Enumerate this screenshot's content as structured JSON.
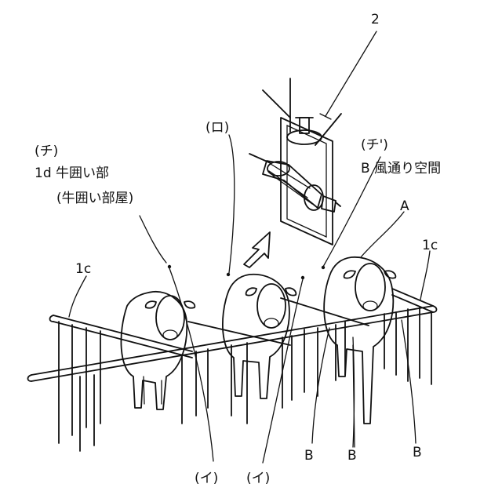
{
  "labels": {
    "fan_number": "2",
    "ro_marker": "(ロ)",
    "chi_marker": "(チ)",
    "cow_pen_line1": "1d 牛囲い部",
    "cow_pen_line2": "(牛囲い部屋)",
    "chi_prime_marker": "(チ')",
    "air_space": "B 風通り空間",
    "cow_A": "A",
    "fence_left": "1c",
    "fence_right": "1c",
    "i_left": "(イ)",
    "i_right": "(イ)",
    "b_label_1": "B",
    "b_label_2": "B",
    "b_label_3": "B"
  }
}
